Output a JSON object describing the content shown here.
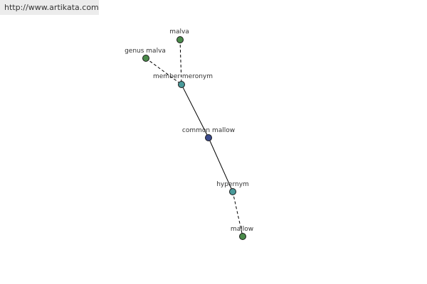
{
  "header": {
    "url": "http://www.artikata.com"
  },
  "graph": {
    "nodes": [
      {
        "id": "malva",
        "label": "malva",
        "color": "#4a8a4a"
      },
      {
        "id": "genus-malva",
        "label": "genus malva",
        "color": "#4a8a4a"
      },
      {
        "id": "member-meronym",
        "label": "member meronym",
        "color": "#4a9a9a"
      },
      {
        "id": "common-mallow",
        "label": "common mallow",
        "color": "#3b4a8c"
      },
      {
        "id": "hypernym",
        "label": "hypernym",
        "color": "#4a9a9a"
      },
      {
        "id": "mallow",
        "label": "mallow",
        "color": "#4a8a4a"
      }
    ],
    "edges": [
      {
        "from": "malva",
        "to": "member-meronym",
        "style": "dashed"
      },
      {
        "from": "genus-malva",
        "to": "member-meronym",
        "style": "dashed"
      },
      {
        "from": "member-meronym",
        "to": "common-mallow",
        "style": "solid"
      },
      {
        "from": "common-mallow",
        "to": "hypernym",
        "style": "solid"
      },
      {
        "from": "hypernym",
        "to": "mallow",
        "style": "dashed"
      }
    ]
  }
}
